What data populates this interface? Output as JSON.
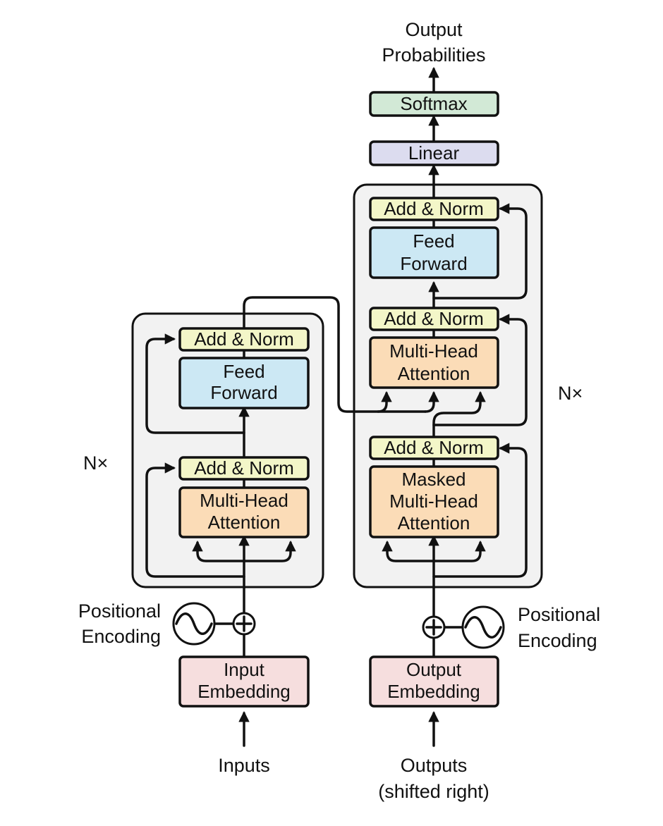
{
  "colors": {
    "stack_background": "#f2f2f2",
    "add_norm": "#f3f6c8",
    "feed_forward": "#cce8f4",
    "attention": "#fbdcb7",
    "embedding": "#f6dede",
    "linear": "#dcdcef",
    "softmax": "#d2e9d6",
    "line": "#111111"
  },
  "encoder": {
    "repeat_label": "N×",
    "add_norm_top": "Add & Norm",
    "feed_forward": [
      "Feed",
      "Forward"
    ],
    "add_norm_bottom": "Add & Norm",
    "attention": [
      "Multi-Head",
      "Attention"
    ],
    "positional_encoding": [
      "Positional",
      "Encoding"
    ],
    "embedding": [
      "Input",
      "Embedding"
    ],
    "input_label": "Inputs"
  },
  "decoder": {
    "repeat_label": "N×",
    "add_norm_top": "Add & Norm",
    "feed_forward": [
      "Feed",
      "Forward"
    ],
    "add_norm_middle": "Add & Norm",
    "cross_attention": [
      "Multi-Head",
      "Attention"
    ],
    "add_norm_bottom": "Add & Norm",
    "masked_attention": [
      "Masked",
      "Multi-Head",
      "Attention"
    ],
    "positional_encoding": [
      "Positional",
      "Encoding"
    ],
    "embedding": [
      "Output",
      "Embedding"
    ],
    "input_label": [
      "Outputs",
      "(shifted right)"
    ]
  },
  "head": {
    "linear": "Linear",
    "softmax": "Softmax",
    "output_label": [
      "Output",
      "Probabilities"
    ]
  },
  "icons": {
    "add": "plus-circle-icon",
    "positional_encoding": "sine-wave-icon"
  }
}
